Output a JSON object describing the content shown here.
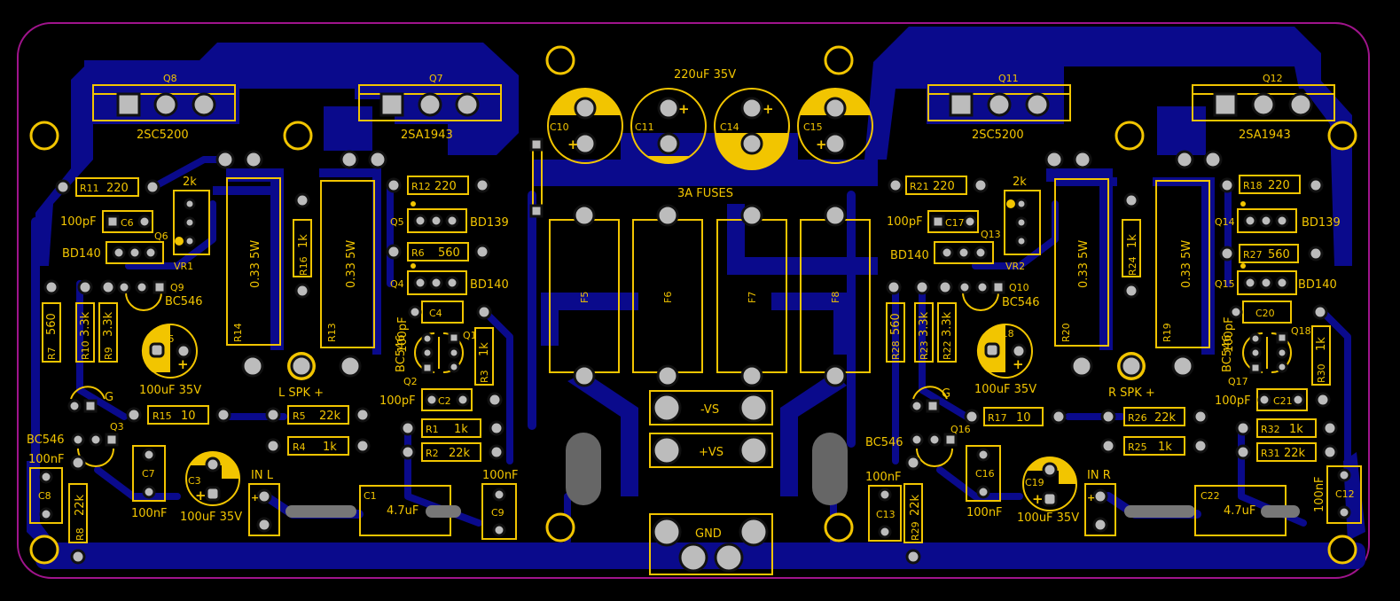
{
  "board": {
    "colors": {
      "background": "#000000",
      "copper": "#0a0a8c",
      "silk": "#f2c500",
      "pad": "#bcbcbc",
      "pad_ring": "#111111",
      "edge": "#a0148c"
    }
  },
  "labels": {
    "center": {
      "cap_value": "220uF 35V",
      "fuses": "3A FUSES",
      "vs_neg": "-VS",
      "vs_pos": "+VS",
      "gnd": "GND",
      "c10": "C10",
      "c11": "C11",
      "c14": "C14",
      "c15": "C15",
      "f5": "F5",
      "f6": "F6",
      "f7": "F7",
      "f8": "F8"
    },
    "left": {
      "q8": "Q8",
      "q7": "Q7",
      "q8_part": "2SC5200",
      "q7_part": "2SA1943",
      "r11": "R11",
      "r11_val": "220",
      "r12": "R12",
      "r12_val": "220",
      "c6_val": "100pF",
      "c6": "C6",
      "vr1_val": "2k",
      "vr1": "VR1",
      "q6": "Q6",
      "q6_part": "BD140",
      "q9": "Q9",
      "q9_part": "BC546",
      "q5": "Q5",
      "q5_part": "BD139",
      "r6": "R6",
      "r6_val": "560",
      "q4": "Q4",
      "q4_part": "BD140",
      "r14": "R14",
      "r14_val": "0.33 5W",
      "r13": "R13",
      "r13_val": "0.33 5W",
      "r16": "R16",
      "r16_val": "1k",
      "r7": "R7",
      "r7_val": "560",
      "r10": "R10",
      "r10_val": "3.3k",
      "r9": "R9",
      "r9_val": "3.3k",
      "c5": "C5",
      "c5_val": "100uF 35V",
      "c4": "C4",
      "c4_val": "100pF",
      "q1": "Q1",
      "q2": "Q2",
      "q2_part": "BC546",
      "r3": "R3",
      "r3_val": "1k",
      "g": "G",
      "q3": "Q3",
      "q3_part": "BC546",
      "r15": "R15",
      "r15_val": "10",
      "spk": "L  SPK +",
      "r5": "R5",
      "r5_val": "22k",
      "r4": "R4",
      "r4_val": "1k",
      "c2": "C2",
      "c2_val": "100pF",
      "r1": "R1",
      "r1_val": "1k",
      "r2": "R2",
      "r2_val": "22k",
      "c8_val": "100nF",
      "c8": "C8",
      "r8": "R8",
      "r8_val": "22k",
      "c7": "C7",
      "c7_val": "100nF",
      "c3": "C3",
      "c3_val": "100uF 35V",
      "in": "IN L",
      "c1": "C1",
      "c1_val": "4.7uF",
      "c9": "C9",
      "c9_val": "100nF"
    },
    "right": {
      "q11": "Q11",
      "q12": "Q12",
      "q11_part": "2SC5200",
      "q12_part": "2SA1943",
      "r21": "R21",
      "r21_val": "220",
      "r18": "R18",
      "r18_val": "220",
      "c17_val": "100pF",
      "c17": "C17",
      "vr2_val": "2k",
      "vr2": "VR2",
      "q13": "Q13",
      "q13_part": "BD140",
      "q10": "Q10",
      "q10_part": "BC546",
      "q14": "Q14",
      "q14_part": "BD139",
      "r27": "R27",
      "r27_val": "560",
      "q15": "Q15",
      "q15_part": "BD140",
      "r20": "R20",
      "r20_val": "0.33 5W",
      "r19": "R19",
      "r19_val": "0.33 5W",
      "r24": "R24",
      "r24_val": "1k",
      "r28": "R28",
      "r28_val": "560",
      "r23": "R23",
      "r23_val": "3.3k",
      "r22": "R22",
      "r22_val": "3.3k",
      "c18": "C18",
      "c18_val": "100uF 35V",
      "c20": "C20",
      "c20_val": "100pF",
      "q18": "Q18",
      "q17": "Q17",
      "q17_part": "BC546",
      "r30": "R30",
      "r30_val": "1k",
      "g": "G",
      "q16": "Q16",
      "q16_part": "BC546",
      "r17": "R17",
      "r17_val": "10",
      "spk": "R  SPK +",
      "r26": "R26",
      "r26_val": "22k",
      "r25": "R25",
      "r25_val": "1k",
      "c21": "C21",
      "c21_val": "100pF",
      "r32": "R32",
      "r32_val": "1k",
      "r31": "R31",
      "r31_val": "22k",
      "c13_val": "100nF",
      "c13": "C13",
      "r29": "R29",
      "r29_val": "22k",
      "c16": "C16",
      "c16_val": "100nF",
      "c19": "C19",
      "c19_val": "100uF 35V",
      "in": "IN R",
      "c22": "C22",
      "c22_val": "4.7uF",
      "c12": "C12",
      "c12_val": "100nF"
    }
  }
}
